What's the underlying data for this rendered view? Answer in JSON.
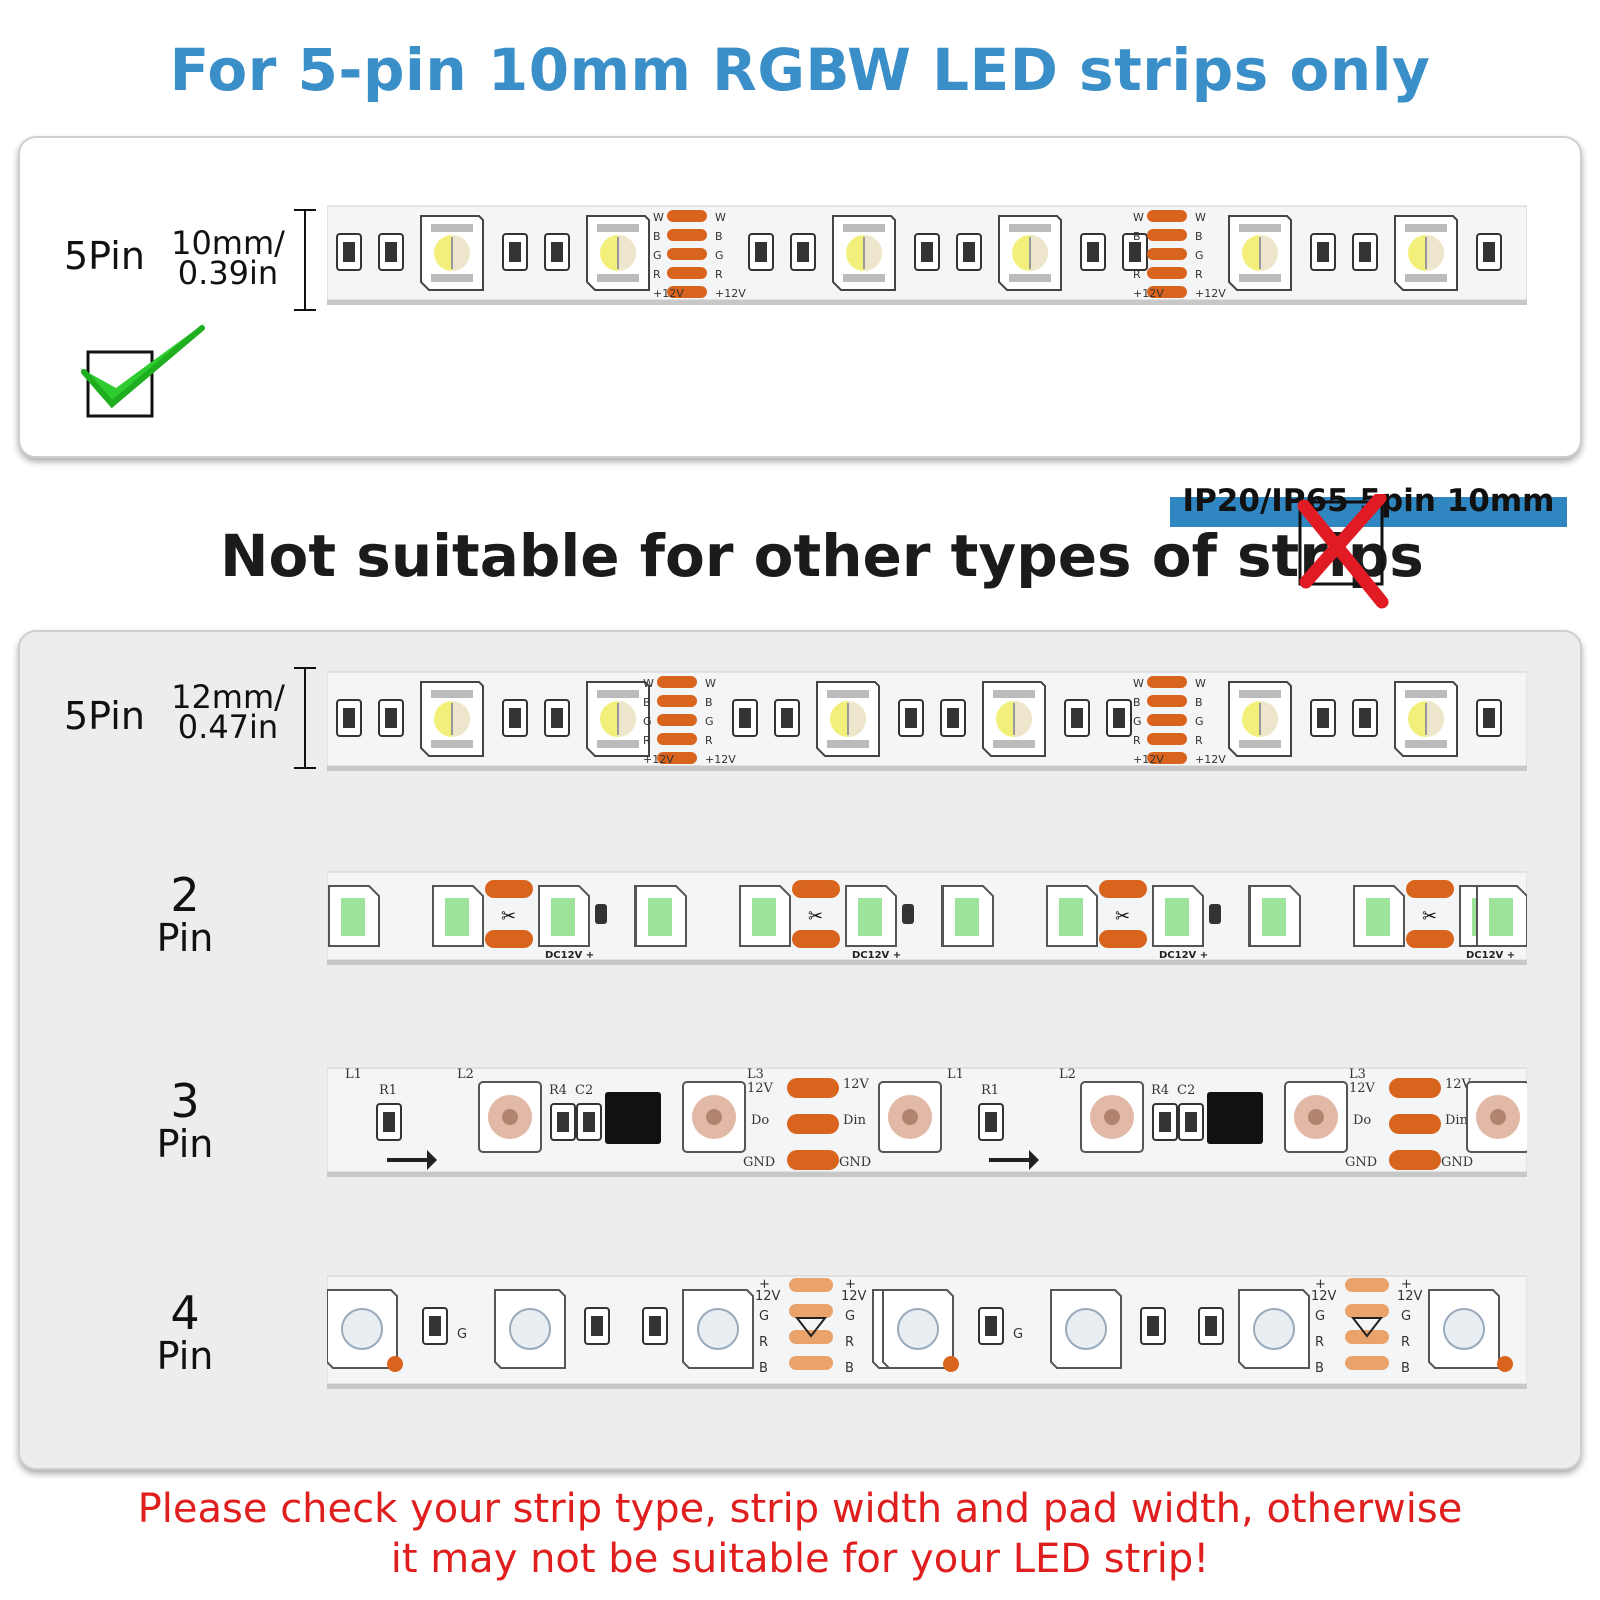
{
  "header": {
    "title": "For 5-pin 10mm RGBW LED strips only"
  },
  "suitable": {
    "pin_label": "5Pin",
    "width_line1": "10mm/",
    "width_line2": "0.39in",
    "badge": "IP20/IP65 5pin 10mm",
    "check_icon": "check-icon",
    "check_color": "#2ecc2e",
    "pad_labels_left": [
      "W",
      "B",
      "G",
      "R",
      "+12V"
    ],
    "pad_labels_right": [
      "W",
      "B",
      "G",
      "R",
      "+12V"
    ]
  },
  "unsuitable": {
    "title": "Not suitable for other types of strips",
    "cross_icon": "x-mark-icon",
    "cross_color": "#e01b24",
    "strips": [
      {
        "pin_label": "5Pin",
        "width_line1": "12mm/",
        "width_line2": "0.47in"
      },
      {
        "pin_number": "2",
        "pin_word": "Pin",
        "pad_label": "DC12V +"
      },
      {
        "pin_number": "3",
        "pin_word": "Pin",
        "labels": [
          "L1",
          "R1",
          "L2",
          "R4",
          "C2",
          "L3",
          "12V",
          "Do",
          "GND",
          "12V",
          "Din",
          "GND"
        ]
      },
      {
        "pin_number": "4",
        "pin_word": "Pin",
        "labels": [
          "+",
          "12V",
          "G",
          "R",
          "B",
          "+",
          "12V",
          "G",
          "R",
          "B"
        ]
      }
    ]
  },
  "footer": {
    "warning_line1": "Please check your strip type, strip width and pad width, otherwise",
    "warning_line2": "it may not be suitable for your LED strip!",
    "warning_color": "#e01e1e"
  },
  "colors": {
    "accent_blue": "#3a8fc8",
    "badge_blue": "#2f86c1",
    "pad_orange": "#d9641e"
  }
}
